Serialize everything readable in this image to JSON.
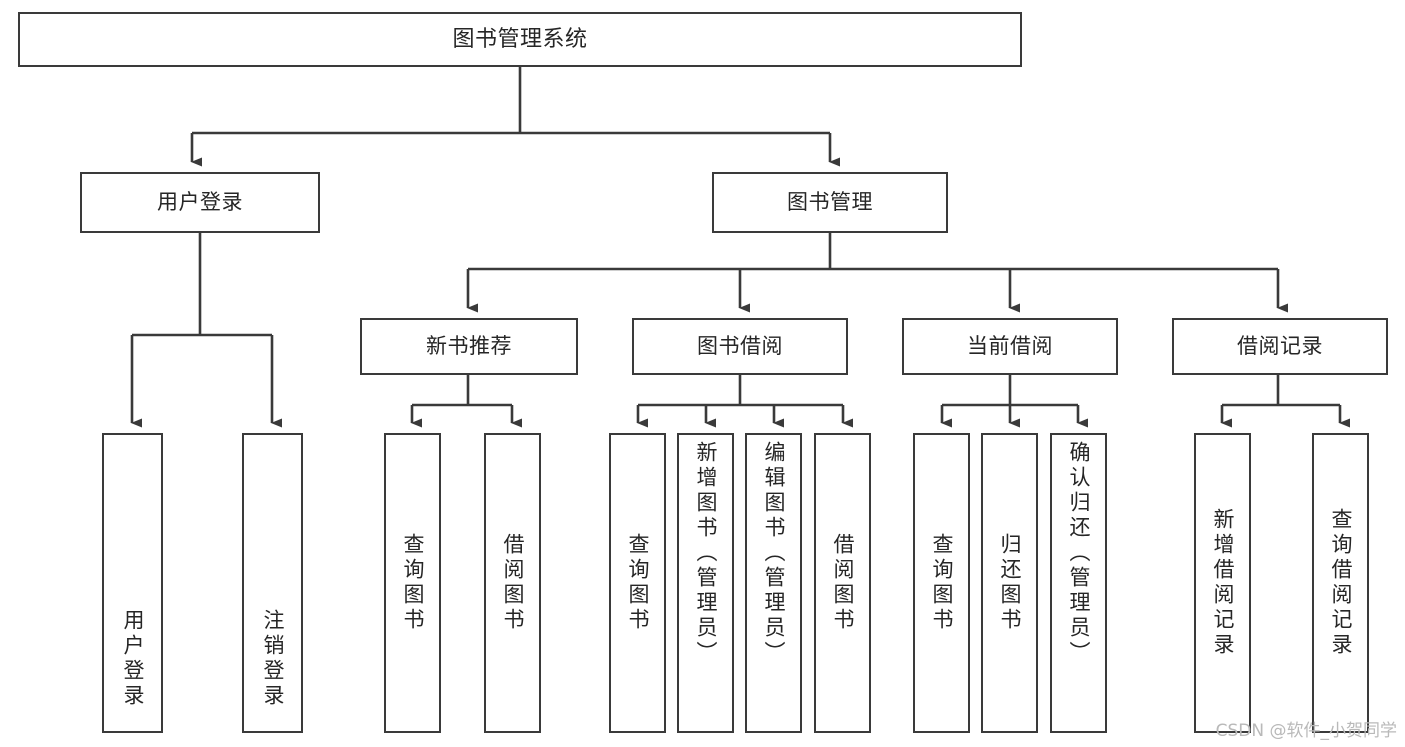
{
  "diagram": {
    "title": "图书管理系统",
    "type": "tree-hierarchy-chart",
    "watermark": "CSDN @软件_小贺同学",
    "line_color": "#3a3a3a",
    "text_color": "#262626",
    "background_color": "#ffffff"
  },
  "nodes": {
    "root": {
      "label": "图书管理系统"
    },
    "tier2": [
      {
        "label": "用户登录"
      },
      {
        "label": "图书管理"
      }
    ],
    "tier3": [
      {
        "label": "新书推荐"
      },
      {
        "label": "图书借阅"
      },
      {
        "label": "当前借阅"
      },
      {
        "label": "借阅记录"
      }
    ],
    "leaves_user_login": [
      {
        "label": "用户登录"
      },
      {
        "label": "注销登录"
      }
    ],
    "leaves_new_book": [
      {
        "label": "查询图书"
      },
      {
        "label": "借阅图书"
      }
    ],
    "leaves_borrow": [
      {
        "label": "查询图书"
      },
      {
        "label": "新增图书（管理员）"
      },
      {
        "label": "编辑图书（管理员）"
      },
      {
        "label": "借阅图书"
      }
    ],
    "leaves_current": [
      {
        "label": "查询图书"
      },
      {
        "label": "归还图书"
      },
      {
        "label": "确认归还（管理员）"
      }
    ],
    "leaves_records": [
      {
        "label": "新增借阅记录"
      },
      {
        "label": "查询借阅记录"
      }
    ]
  }
}
